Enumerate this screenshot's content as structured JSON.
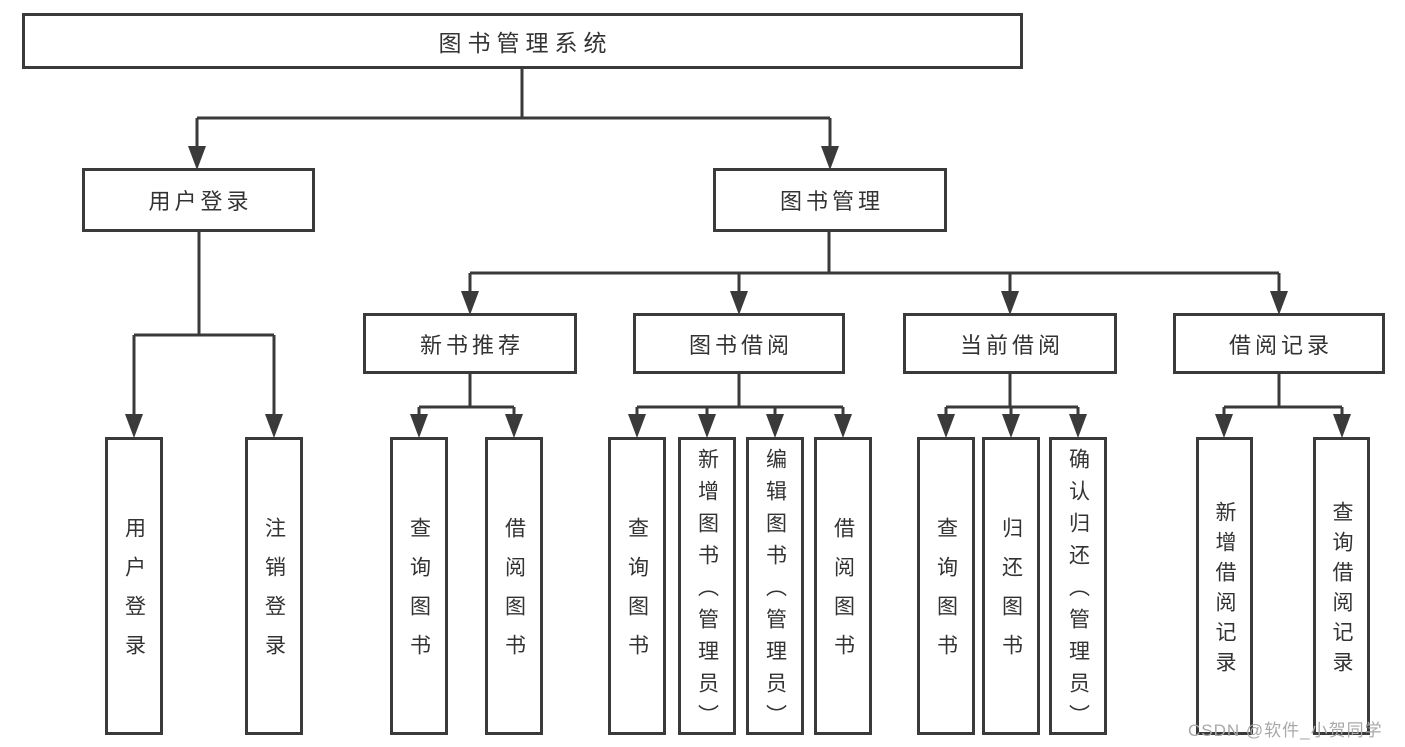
{
  "root": {
    "label": "图书管理系统"
  },
  "level2": [
    {
      "label": "用户登录"
    },
    {
      "label": "图书管理"
    }
  ],
  "level3": [
    {
      "label": "新书推荐"
    },
    {
      "label": "图书借阅"
    },
    {
      "label": "当前借阅"
    },
    {
      "label": "借阅记录"
    }
  ],
  "leaves": {
    "user_login": [
      "用户登录",
      "注销登录"
    ],
    "new_book_recommendation": [
      "查询图书",
      "借阅图书"
    ],
    "book_borrowing": [
      "查询图书",
      "新增图书（管理员）",
      "编辑图书（管理员）",
      "借阅图书"
    ],
    "current_borrowing": [
      "查询图书",
      "归还图书",
      "确认归还（管理员）"
    ],
    "borrowing_records": [
      "新增借阅记录",
      "查询借阅记录"
    ]
  },
  "watermark": "CSDN @软件_小贺同学",
  "colors": {
    "line": "#3a3a3a",
    "text": "#333333",
    "watermark": "#a8a8a8",
    "background": "#ffffff"
  }
}
